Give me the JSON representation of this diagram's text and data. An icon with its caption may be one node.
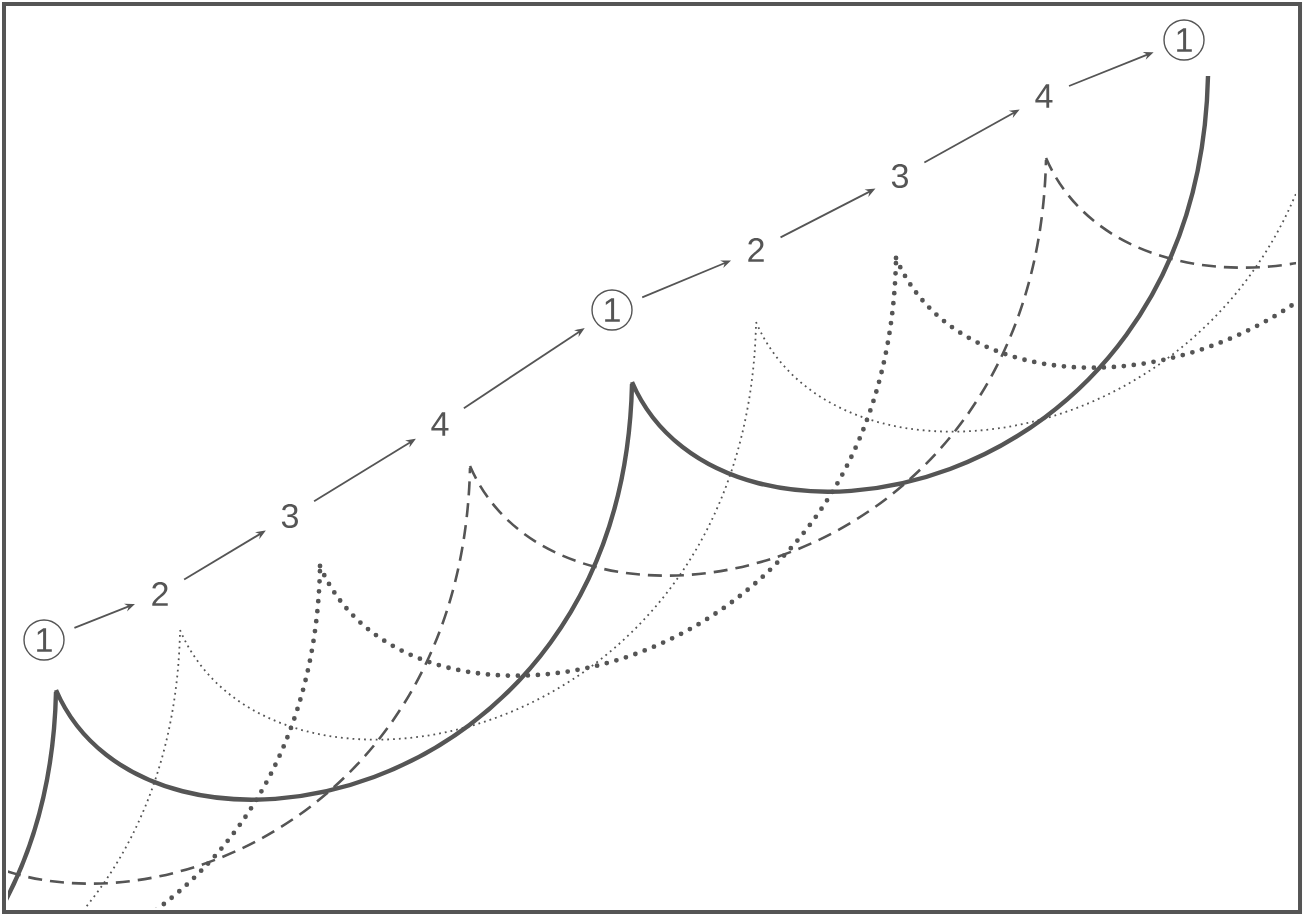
{
  "diagram": {
    "nodes": [
      {
        "text": [
          "1"
        ]
      },
      {
        "text": [
          "2"
        ]
      },
      {
        "text": [
          "3"
        ]
      },
      {
        "text": [
          "4"
        ]
      },
      {
        "text": [
          "1"
        ]
      },
      {
        "text": [
          "2"
        ]
      },
      {
        "text": [
          "3"
        ]
      },
      {
        "text": [
          "4"
        ]
      },
      {
        "text": [
          "1"
        ]
      }
    ],
    "edges": [
      {
        "from": 0,
        "to": 1,
        "arrow": "to"
      },
      {
        "from": 1,
        "to": 2,
        "arrow": "to"
      },
      {
        "from": 2,
        "to": 3,
        "arrow": "to"
      },
      {
        "from": 3,
        "to": 4,
        "arrow": "to"
      },
      {
        "from": 4,
        "to": 5,
        "arrow": "to"
      },
      {
        "from": 5,
        "to": 6,
        "arrow": "to"
      },
      {
        "from": 6,
        "to": 7,
        "arrow": "to"
      },
      {
        "from": 7,
        "to": 8,
        "arrow": "to"
      }
    ]
  }
}
